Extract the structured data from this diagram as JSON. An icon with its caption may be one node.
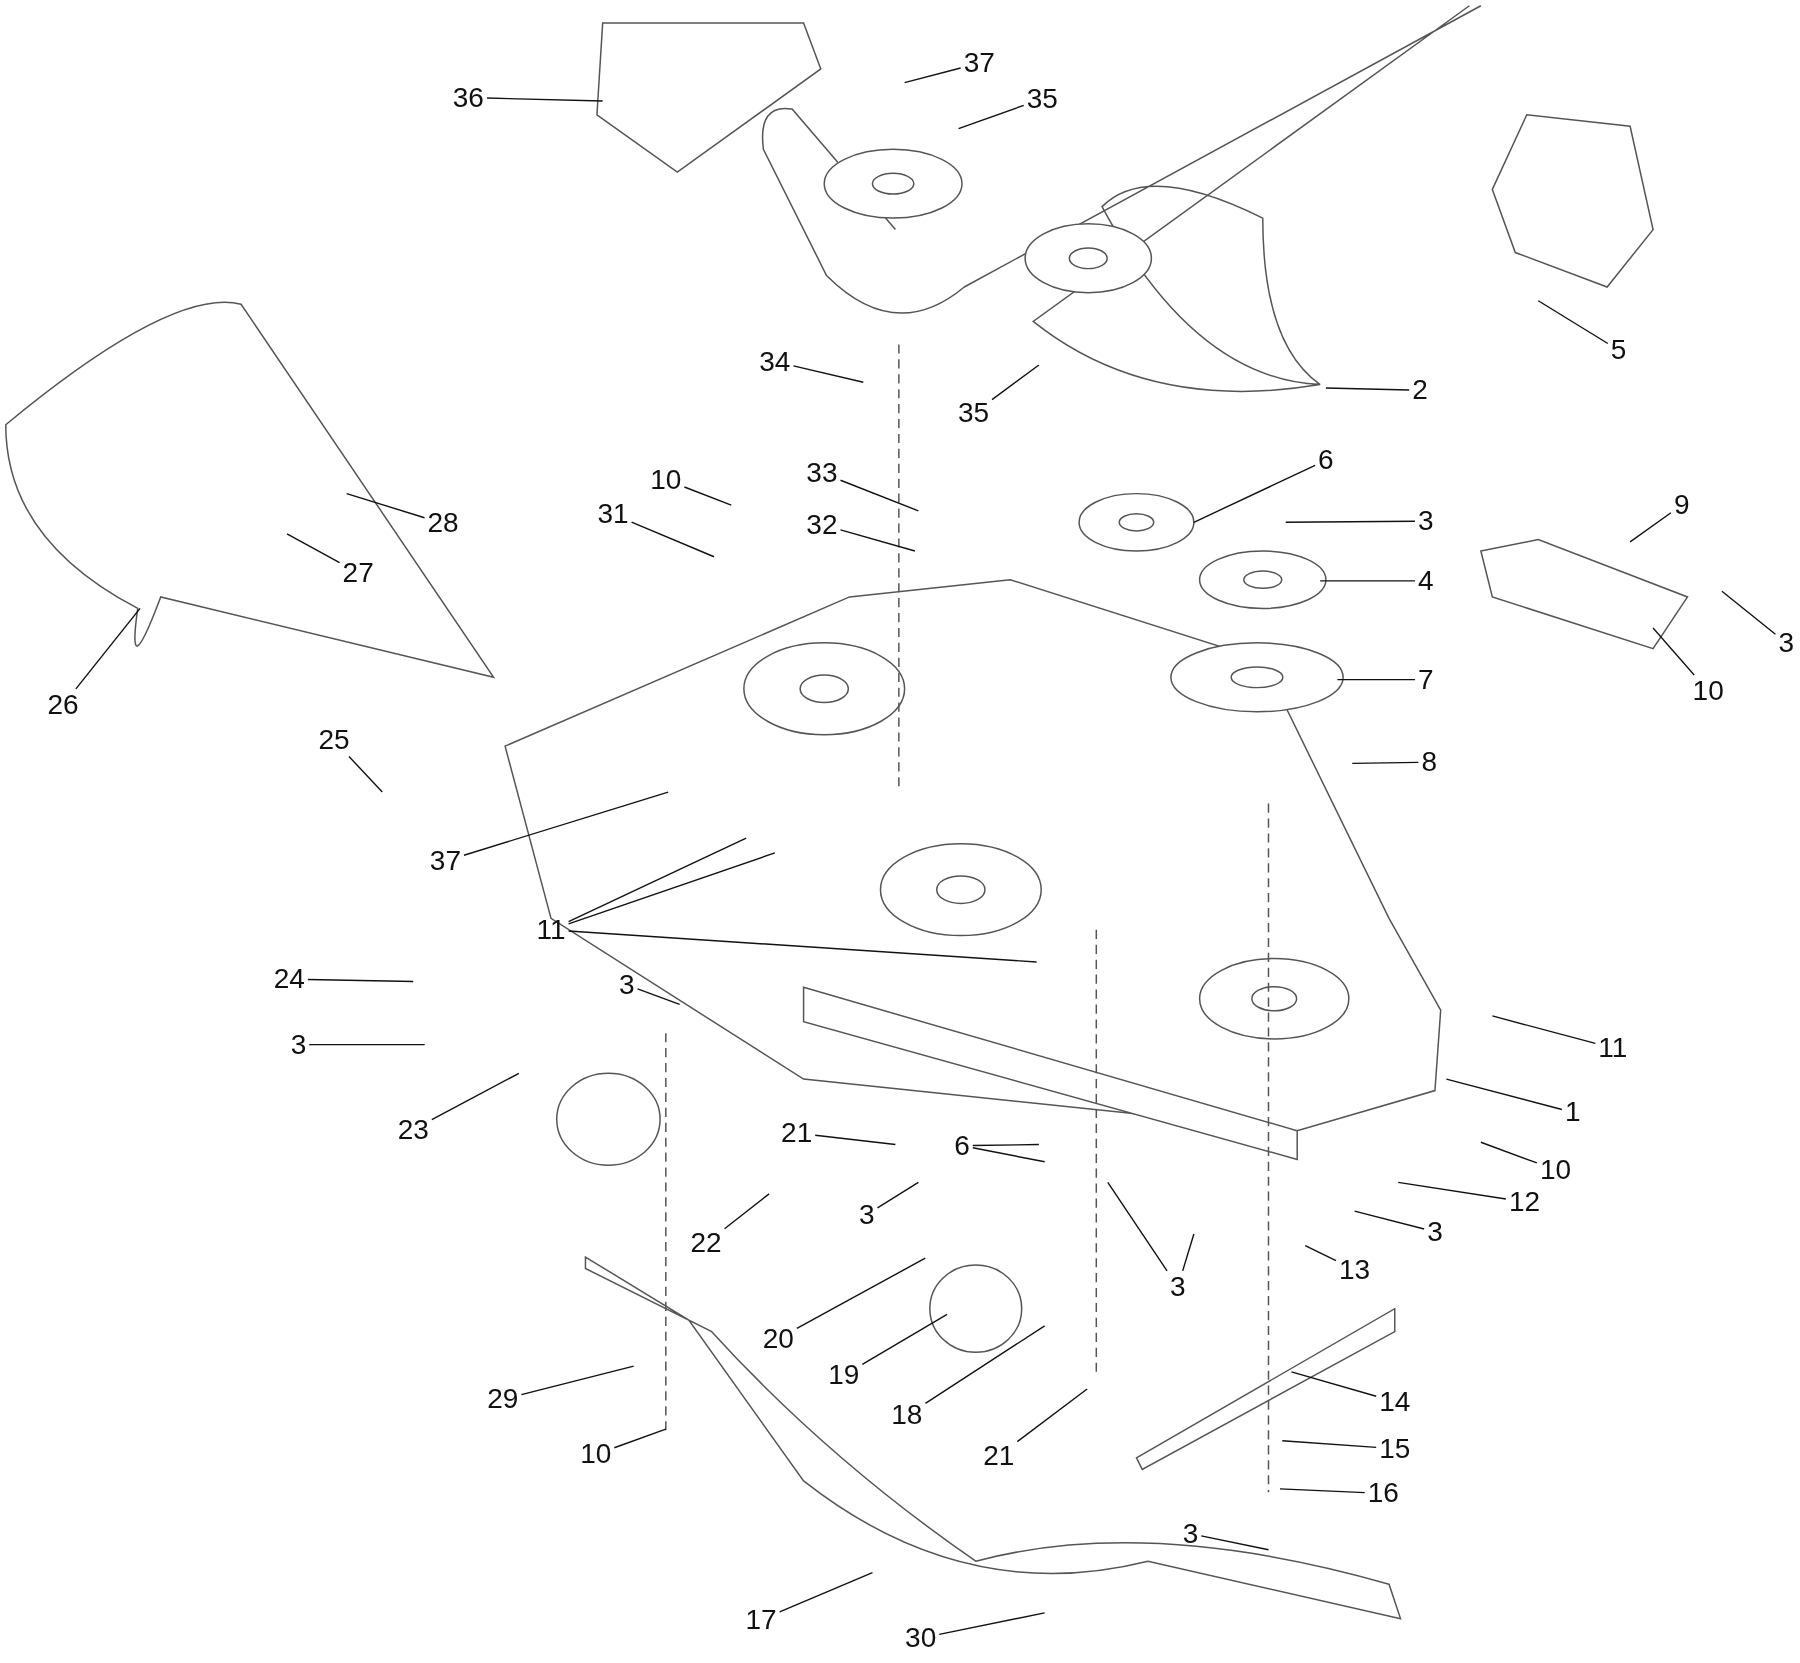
{
  "diagram": {
    "nodes": [
      {
        "text": [
          "37"
        ]
      },
      {
        "text": [
          "35"
        ]
      },
      {
        "text": [
          "36"
        ]
      },
      {
        "text": [
          "5"
        ]
      },
      {
        "text": [
          "34"
        ]
      },
      {
        "text": [
          "35"
        ]
      },
      {
        "text": [
          "2"
        ]
      },
      {
        "text": [
          "6"
        ]
      },
      {
        "text": [
          "33"
        ]
      },
      {
        "text": [
          "10"
        ]
      },
      {
        "text": [
          "31"
        ]
      },
      {
        "text": [
          "32"
        ]
      },
      {
        "text": [
          "3"
        ]
      },
      {
        "text": [
          "9"
        ]
      },
      {
        "text": [
          "28"
        ]
      },
      {
        "text": [
          "27"
        ]
      },
      {
        "text": [
          "4"
        ]
      },
      {
        "text": [
          "3"
        ]
      },
      {
        "text": [
          "7"
        ]
      },
      {
        "text": [
          "10"
        ]
      },
      {
        "text": [
          "26"
        ]
      },
      {
        "text": [
          "25"
        ]
      },
      {
        "text": [
          "8"
        ]
      },
      {
        "text": [
          "37"
        ]
      },
      {
        "text": [
          "11"
        ]
      },
      {
        "text": [
          "24"
        ]
      },
      {
        "text": [
          "3"
        ]
      },
      {
        "text": [
          "11"
        ]
      },
      {
        "text": [
          "1"
        ]
      },
      {
        "text": [
          "3"
        ]
      },
      {
        "text": [
          "23"
        ]
      },
      {
        "text": [
          "21"
        ]
      },
      {
        "text": [
          "6"
        ]
      },
      {
        "text": [
          "10"
        ]
      },
      {
        "text": [
          "12"
        ]
      },
      {
        "text": [
          "3"
        ]
      },
      {
        "text": [
          "3"
        ]
      },
      {
        "text": [
          "3"
        ]
      },
      {
        "text": [
          "22"
        ]
      },
      {
        "text": [
          "13"
        ]
      },
      {
        "text": [
          "20"
        ]
      },
      {
        "text": [
          "19"
        ]
      },
      {
        "text": [
          "18"
        ]
      },
      {
        "text": [
          "29"
        ]
      },
      {
        "text": [
          "14"
        ]
      },
      {
        "text": [
          "15"
        ]
      },
      {
        "text": [
          "21"
        ]
      },
      {
        "text": [
          "10"
        ]
      },
      {
        "text": [
          "16"
        ]
      },
      {
        "text": [
          "3"
        ]
      },
      {
        "text": [
          "17"
        ]
      },
      {
        "text": [
          "30"
        ]
      }
    ],
    "edges": [
      {
        "from": 0,
        "to": null,
        "arrow": "none"
      },
      {
        "from": 1,
        "to": null,
        "arrow": "none"
      },
      {
        "from": 2,
        "to": null,
        "arrow": "none"
      },
      {
        "from": 3,
        "to": null,
        "arrow": "none"
      },
      {
        "from": 4,
        "to": null,
        "arrow": "none"
      },
      {
        "from": 5,
        "to": null,
        "arrow": "none"
      },
      {
        "from": 6,
        "to": null,
        "arrow": "none"
      },
      {
        "from": 7,
        "to": null,
        "arrow": "none"
      },
      {
        "from": 8,
        "to": null,
        "arrow": "none"
      },
      {
        "from": 9,
        "to": null,
        "arrow": "none"
      },
      {
        "from": 10,
        "to": null,
        "arrow": "none"
      },
      {
        "from": 11,
        "to": null,
        "arrow": "none"
      },
      {
        "from": 12,
        "to": null,
        "arrow": "none"
      },
      {
        "from": 13,
        "to": null,
        "arrow": "none"
      },
      {
        "from": 14,
        "to": null,
        "arrow": "none"
      },
      {
        "from": 15,
        "to": null,
        "arrow": "none"
      },
      {
        "from": 16,
        "to": null,
        "arrow": "none"
      },
      {
        "from": 17,
        "to": null,
        "arrow": "none"
      },
      {
        "from": 18,
        "to": null,
        "arrow": "none"
      },
      {
        "from": 19,
        "to": null,
        "arrow": "none"
      },
      {
        "from": 20,
        "to": null,
        "arrow": "none"
      },
      {
        "from": 21,
        "to": null,
        "arrow": "none"
      },
      {
        "from": 22,
        "to": null,
        "arrow": "none"
      },
      {
        "from": 23,
        "to": null,
        "arrow": "none"
      },
      {
        "from": 24,
        "to": null,
        "arrow": "none"
      },
      {
        "from": 24,
        "to": null,
        "arrow": "none"
      },
      {
        "from": 24,
        "to": null,
        "arrow": "none"
      },
      {
        "from": 25,
        "to": null,
        "arrow": "none"
      },
      {
        "from": 26,
        "to": null,
        "arrow": "none"
      },
      {
        "from": 27,
        "to": null,
        "arrow": "none"
      },
      {
        "from": 28,
        "to": null,
        "arrow": "none"
      },
      {
        "from": 29,
        "to": null,
        "arrow": "none"
      },
      {
        "from": 30,
        "to": null,
        "arrow": "none"
      },
      {
        "from": 31,
        "to": null,
        "arrow": "none"
      },
      {
        "from": 32,
        "to": null,
        "arrow": "none"
      },
      {
        "from": 32,
        "to": null,
        "arrow": "none"
      },
      {
        "from": 33,
        "to": null,
        "arrow": "none"
      },
      {
        "from": 34,
        "to": null,
        "arrow": "none"
      },
      {
        "from": 35,
        "to": null,
        "arrow": "none"
      },
      {
        "from": 36,
        "to": null,
        "arrow": "none"
      },
      {
        "from": 37,
        "to": null,
        "arrow": "none"
      },
      {
        "from": 37,
        "to": null,
        "arrow": "none"
      },
      {
        "from": 38,
        "to": null,
        "arrow": "none"
      },
      {
        "from": 39,
        "to": null,
        "arrow": "none"
      },
      {
        "from": 40,
        "to": null,
        "arrow": "none"
      },
      {
        "from": 41,
        "to": null,
        "arrow": "none"
      },
      {
        "from": 42,
        "to": null,
        "arrow": "none"
      },
      {
        "from": 43,
        "to": null,
        "arrow": "none"
      },
      {
        "from": 44,
        "to": null,
        "arrow": "none"
      },
      {
        "from": 45,
        "to": null,
        "arrow": "none"
      },
      {
        "from": 46,
        "to": null,
        "arrow": "none"
      },
      {
        "from": 47,
        "to": null,
        "arrow": "none"
      },
      {
        "from": 48,
        "to": null,
        "arrow": "none"
      },
      {
        "from": 49,
        "to": null,
        "arrow": "none"
      },
      {
        "from": 50,
        "to": null,
        "arrow": "none"
      },
      {
        "from": 51,
        "to": null,
        "arrow": "none"
      }
    ]
  }
}
